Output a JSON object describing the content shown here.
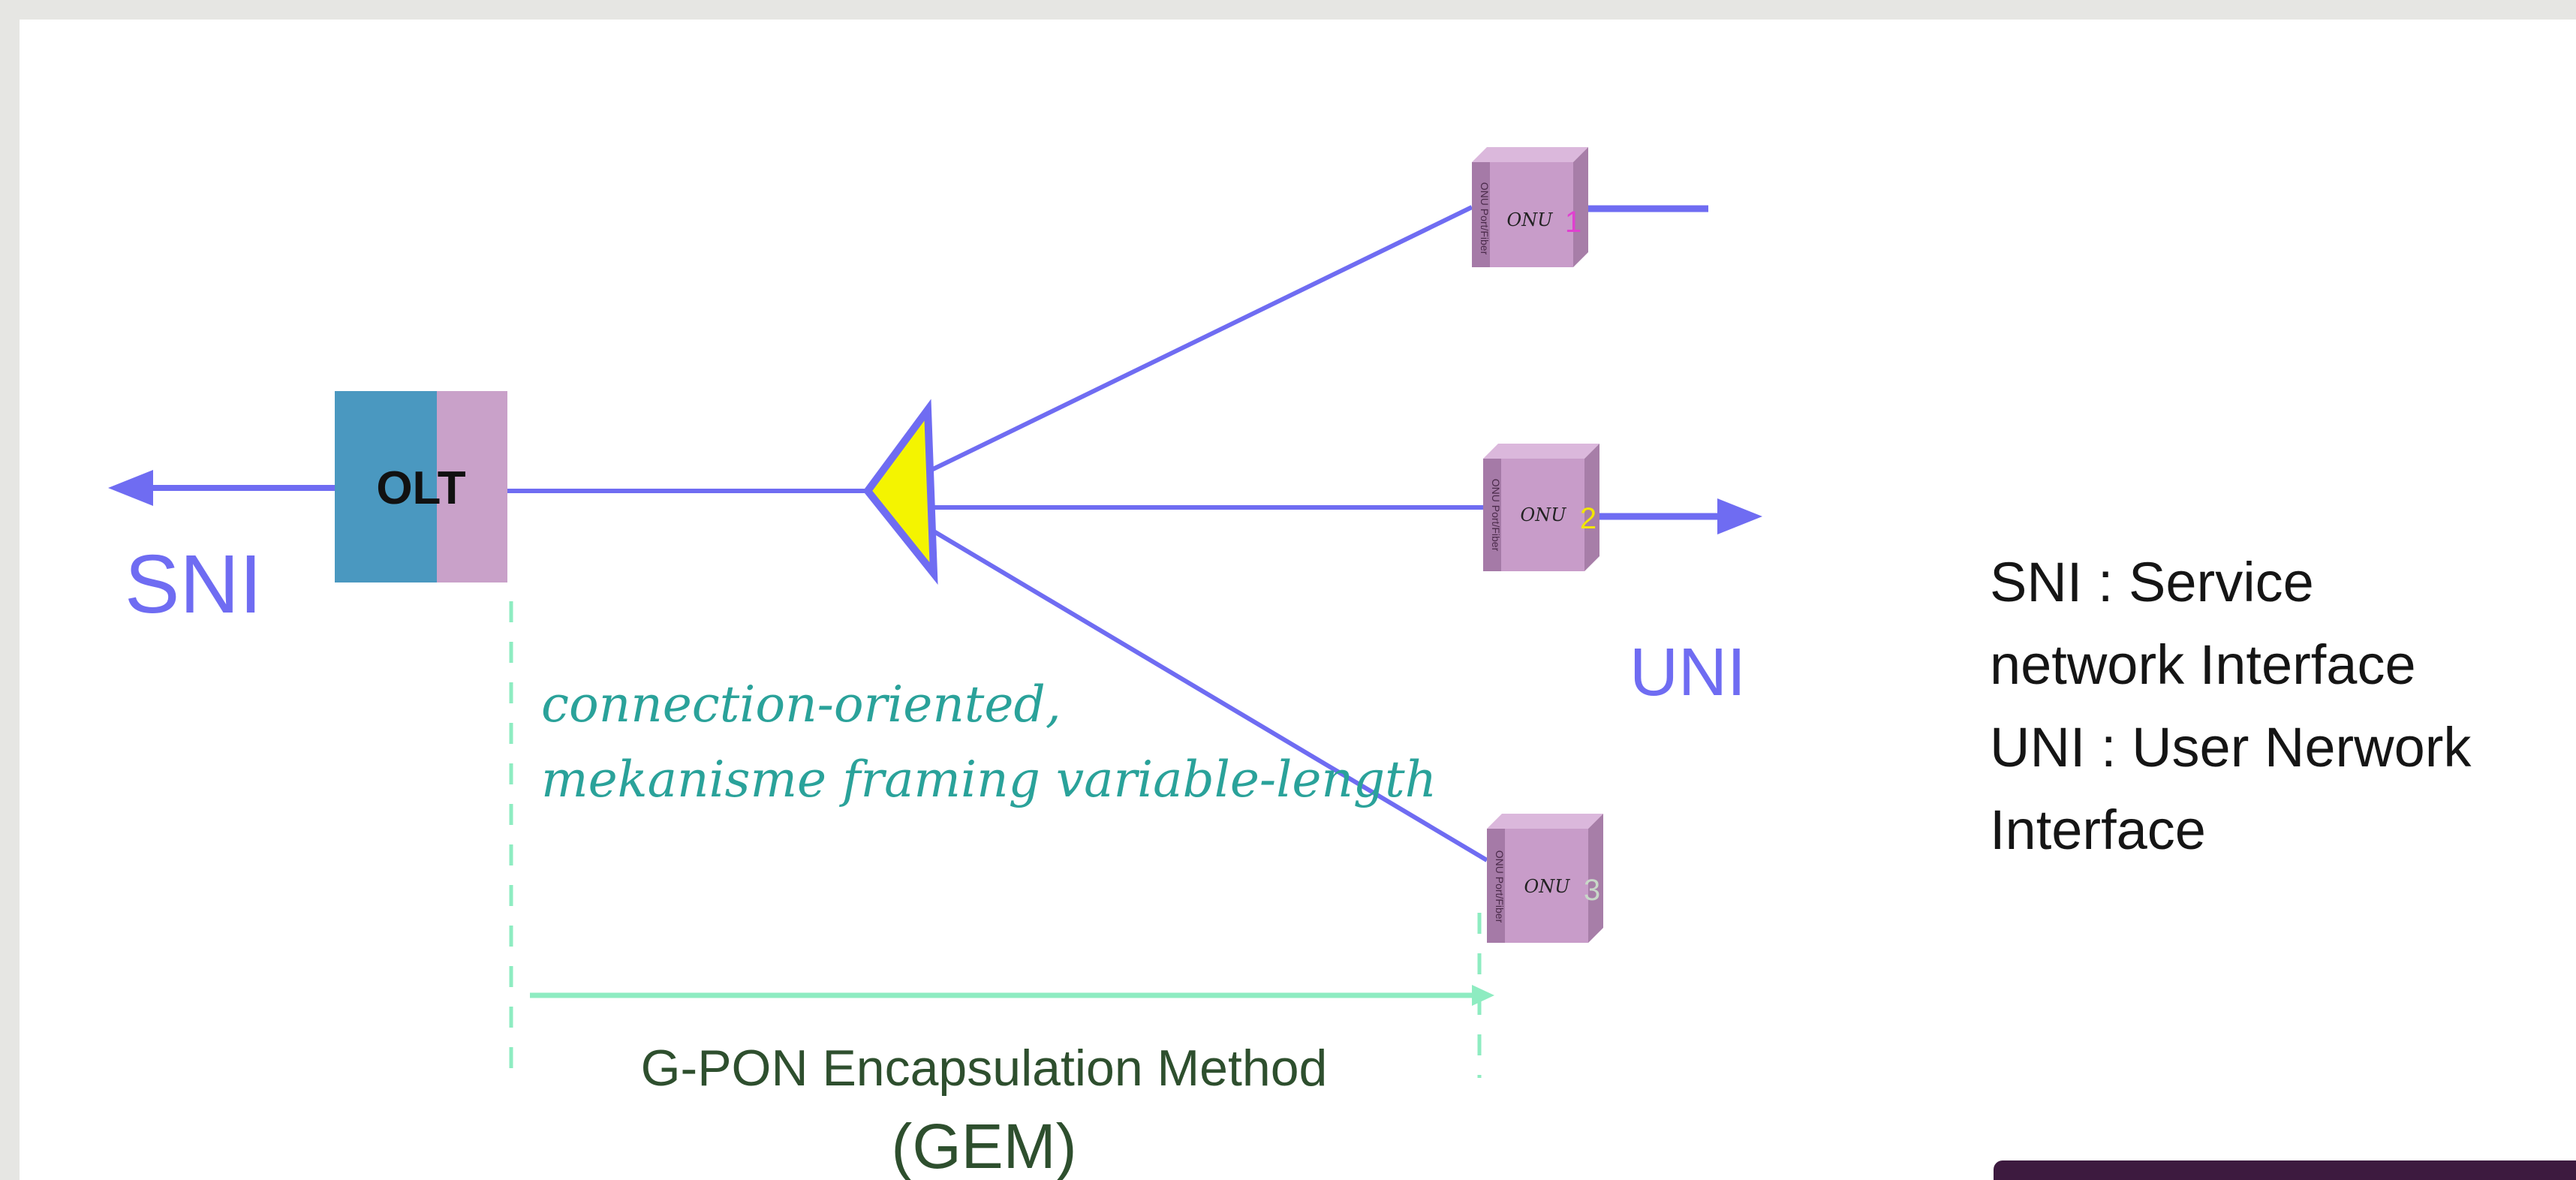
{
  "nodes": {
    "olt": {
      "label": "OLT"
    },
    "splitter": {
      "label": ""
    },
    "onus": [
      {
        "label": "ONU",
        "number": "1",
        "number_color": "#e040d0",
        "side_label": "ONU Port/Fiber"
      },
      {
        "label": "ONU",
        "number": "2",
        "number_color": "#f2e600",
        "side_label": "ONU Port/Fiber"
      },
      {
        "label": "ONU",
        "number": "3",
        "number_color": "#c8d8c8",
        "side_label": "ONU Port/Fiber"
      }
    ]
  },
  "labels": {
    "sni": "SNI",
    "uni": "UNI",
    "connection_line1": "connection-oriented,",
    "connection_line2": "mekanisme framing variable-length",
    "gem_line1": "G-PON Encapsulation Method",
    "gem_line2": "(GEM)"
  },
  "legend": {
    "lines": [
      "SNI : Service",
      "network Interface",
      "UNI : User Nerwork",
      "Interface"
    ]
  },
  "colors": {
    "fiber": "#6f6cf2",
    "olt_body": "#4a98c0",
    "olt_port": "#c9a1c9",
    "onu_face": "#c89cc9",
    "splitter_fill": "#f4f400",
    "dashed_bracket": "#8eecc1",
    "connection_text": "#2aa29a",
    "gem_text": "#2e4f2e",
    "legend_text": "#151515"
  }
}
